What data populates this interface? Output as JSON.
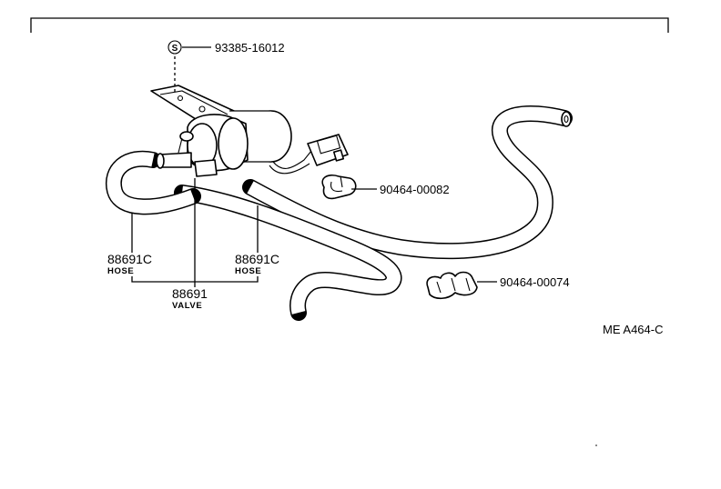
{
  "frame": {
    "color": "#000000"
  },
  "callouts": {
    "screw": {
      "symbol": "S",
      "part_number": "93385-16012",
      "icon": "standard-part-circle-icon"
    },
    "clip_single": {
      "part_number": "90464-00082"
    },
    "clip_triple": {
      "part_number": "90464-00074"
    },
    "hose_left": {
      "part_number": "88691C",
      "name": "HOSE"
    },
    "hose_right": {
      "part_number": "88691C",
      "name": "HOSE"
    },
    "valve": {
      "part_number": "88691",
      "name": "VALVE"
    }
  },
  "drawing_code": "ME A464-C"
}
